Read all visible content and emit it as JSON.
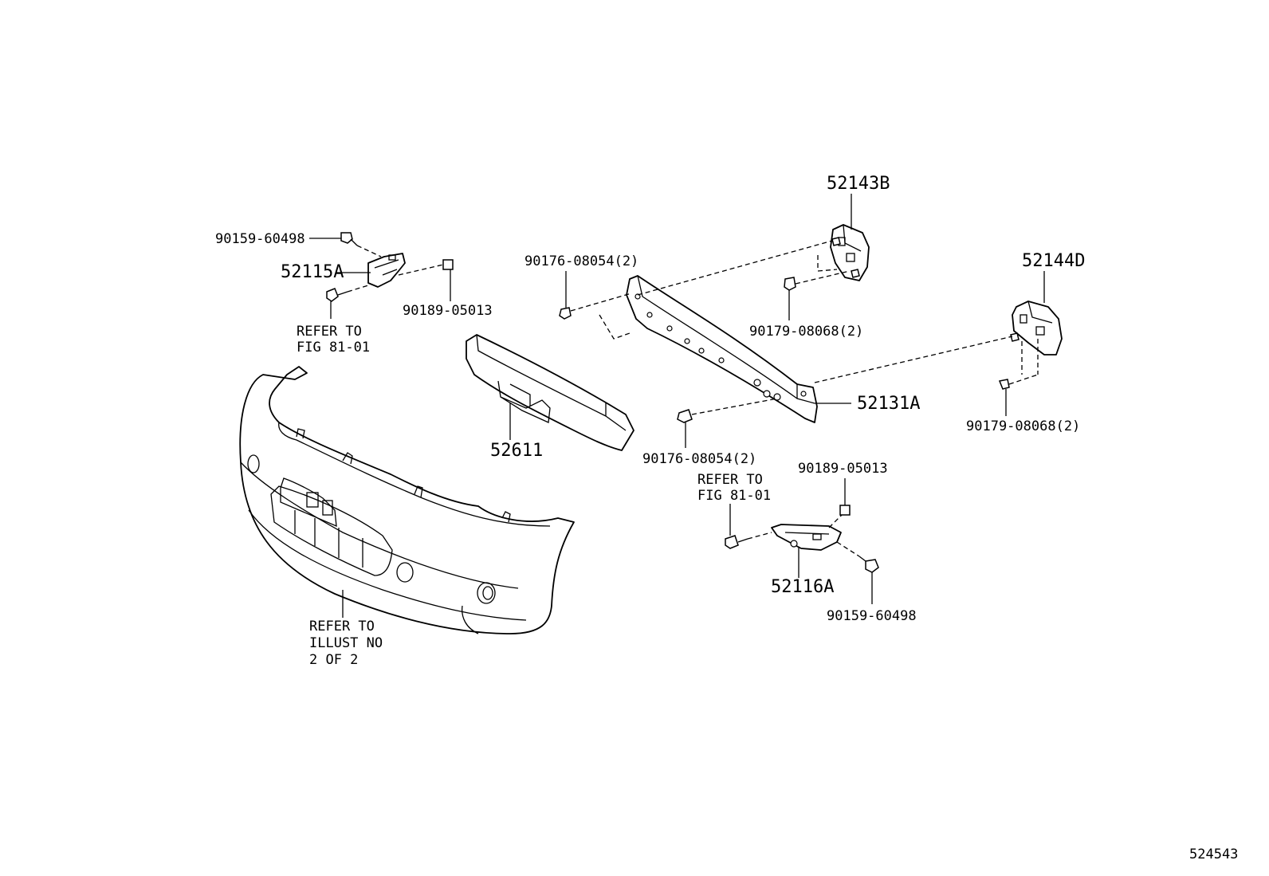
{
  "diagram_id": "524543",
  "parts": {
    "bolt_top_left": "90159-60498",
    "retainer_left": "52115A",
    "nut_top_left": "90189-05013",
    "refer_left": [
      "REFER TO",
      "FIG 81-01"
    ],
    "clip_reinf_left": "90176-08054(2)",
    "absorber": "52611",
    "retainer_upper_right": "52143B",
    "clip_upper_right": "90179-08068(2)",
    "retainer_far_right": "52144D",
    "clip_far_right": "90179-08068(2)",
    "reinforcement": "52131A",
    "clip_reinf_right": "90176-08054(2)",
    "nut_bottom_right": "90189-05013",
    "refer_right": [
      "REFER TO",
      "FIG 81-01"
    ],
    "retainer_right": "52116A",
    "bolt_bottom_right": "90159-60498",
    "refer_cover": [
      "REFER TO",
      "ILLUST NO",
      "2 OF 2"
    ]
  }
}
